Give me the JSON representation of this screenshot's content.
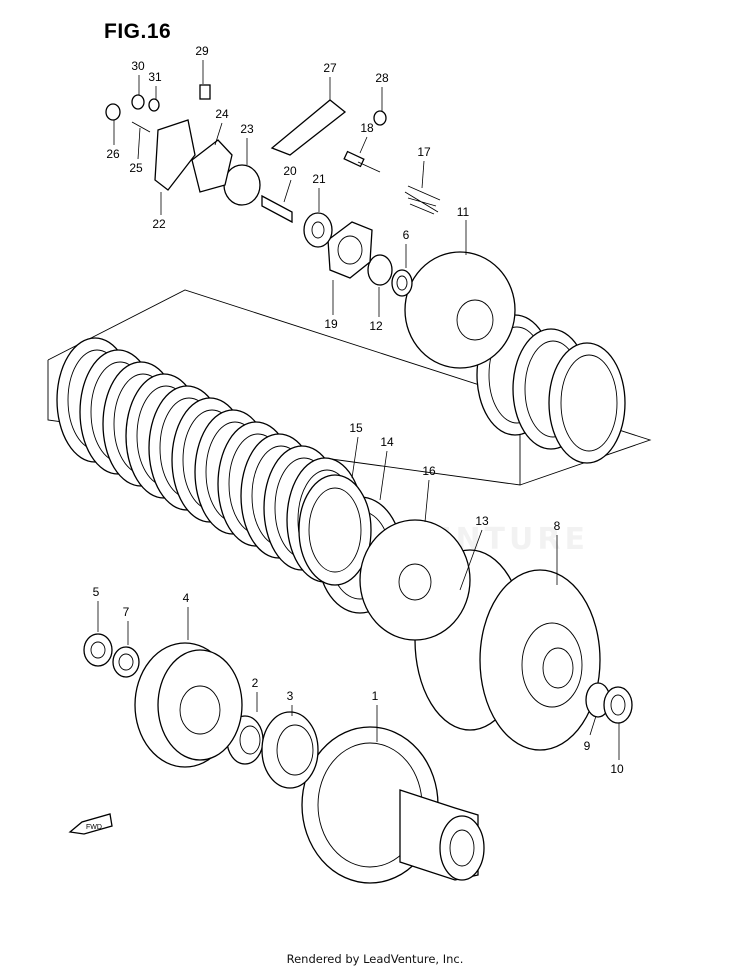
{
  "figure": {
    "title": "FIG.16"
  },
  "footer": {
    "text": "Rendered by LeadVenture, Inc."
  },
  "watermark": {
    "text": "LEADVENTURE"
  },
  "direction_arrow": {
    "label": "FWD"
  },
  "callouts": {
    "p1": "1",
    "p2": "2",
    "p3": "3",
    "p4": "4",
    "p5": "5",
    "p6": "6",
    "p7": "7",
    "p8": "8",
    "p9": "9",
    "p10": "10",
    "p11": "11",
    "p12": "12",
    "p13": "13",
    "p14": "14",
    "p15": "15",
    "p16": "16",
    "p17": "17",
    "p18": "18",
    "p19": "19",
    "p20": "20",
    "p21": "21",
    "p22": "22",
    "p23": "23",
    "p24": "24",
    "p25": "25",
    "p26": "26",
    "p27": "27",
    "p28": "28",
    "p29": "29",
    "p30": "30",
    "p31": "31"
  }
}
